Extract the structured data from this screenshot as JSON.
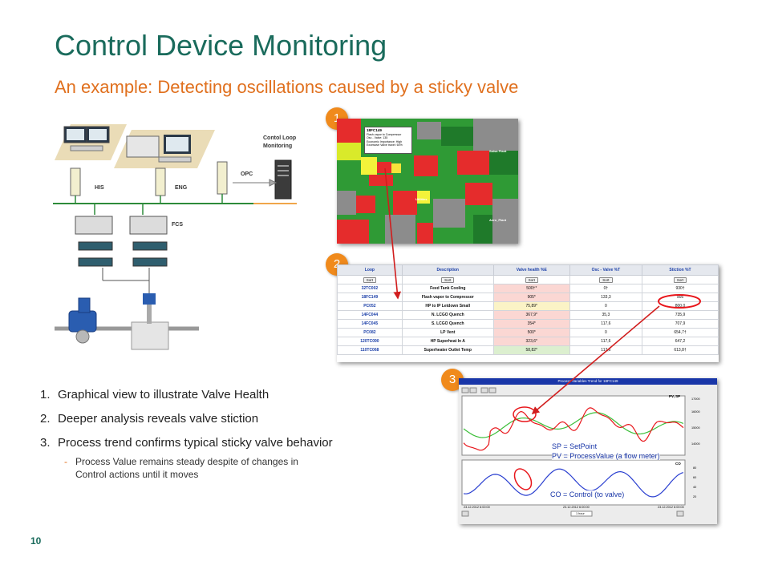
{
  "title": "Control Device Monitoring",
  "subtitle": "An example: Detecting oscillations caused by a sticky valve",
  "page_number": "10",
  "architecture": {
    "his_label": "HIS",
    "eng_label": "ENG",
    "opc_label": "OPC",
    "fcs_label": "FCS",
    "clm_label_1": "Contol Loop",
    "clm_label_2": "Monitoring"
  },
  "badges": [
    "1",
    "2",
    "3"
  ],
  "heatmap": {
    "tooltip_title": "18FC149",
    "tooltip_lines": [
      "Flash vapor to Compressor",
      "Osc - Valve: 135",
      "Economic Importance: High",
      "Excessive Valve travel: 60%"
    ],
    "area_labels": [
      "Utilities",
      "Aero_Plant",
      "Salsa Plant"
    ]
  },
  "table": {
    "headers": [
      "Loop",
      "Description",
      "Valve health %E",
      "Osc - Valve %T",
      "Stiction %T"
    ],
    "sort_label": "Sort",
    "rows": [
      {
        "loop": "32TC002",
        "desc": "Feed Tank Cooling",
        "health": "500†*",
        "osc": "0†",
        "stiction": "930†",
        "status": "bad"
      },
      {
        "loop": "18FC149",
        "desc": "Flash vapor to Compressor",
        "health": "905*",
        "osc": "133,3",
        "stiction": "905",
        "status": "bad"
      },
      {
        "loop": "PC052",
        "desc": "HP to IP Letdown Small",
        "health": "75,89*",
        "osc": "0",
        "stiction": "800,0",
        "status": "warn"
      },
      {
        "loop": "14FC044",
        "desc": "N. LCGO Quench",
        "health": "367,9*",
        "osc": "35,3",
        "stiction": "735,9",
        "status": "bad"
      },
      {
        "loop": "14FC045",
        "desc": "S. LCGO Quench",
        "health": "354*",
        "osc": "117,6",
        "stiction": "707,9",
        "status": "bad"
      },
      {
        "loop": "PC082",
        "desc": "LP Vent",
        "health": "500*",
        "osc": "0",
        "stiction": "654,7†",
        "status": "bad"
      },
      {
        "loop": "120TC090",
        "desc": "HP Superheat In A",
        "health": "323,6*",
        "osc": "117,6",
        "stiction": "647,2",
        "status": "bad"
      },
      {
        "loop": "110TC068",
        "desc": "Superheater Outlet Temp",
        "health": "58,82*",
        "osc": "117,6",
        "stiction": "613,8†",
        "status": "ok"
      }
    ]
  },
  "trend": {
    "header": "Process Variables Trend for 18FC149",
    "top_legend": "PV, SP",
    "bottom_legend": "CO",
    "right_ticks_top": [
      "17000",
      "16000",
      "15000",
      "14000"
    ],
    "right_ticks_bottom": [
      "80",
      "60",
      "40",
      "20"
    ],
    "time_labels": [
      "23.12.2012 6:00:00",
      "23.12.2012 6:00:00",
      "23.12.2012 6:00:00"
    ],
    "interval_label": "1 hour",
    "colors": {
      "pv": "#e8161b",
      "sp": "#3dbf3a",
      "co": "#2a3fd0"
    }
  },
  "annotations": {
    "sp": "SP = SetPoint",
    "pv": "PV = ProcessValue (a flow meter)",
    "co": "CO = Control (to valve)"
  },
  "list": {
    "items": [
      {
        "num": "1.",
        "text": "Graphical view to illustrate Valve Health"
      },
      {
        "num": "2.",
        "text": "Deeper analysis reveals valve stiction"
      },
      {
        "num": "3.",
        "text": "Process trend confirms typical sticky valve behavior"
      }
    ],
    "sub_dash": "-",
    "sub_line_1": "Process Value remains steady despite of changes in",
    "sub_line_2": "Control actions until it moves"
  }
}
